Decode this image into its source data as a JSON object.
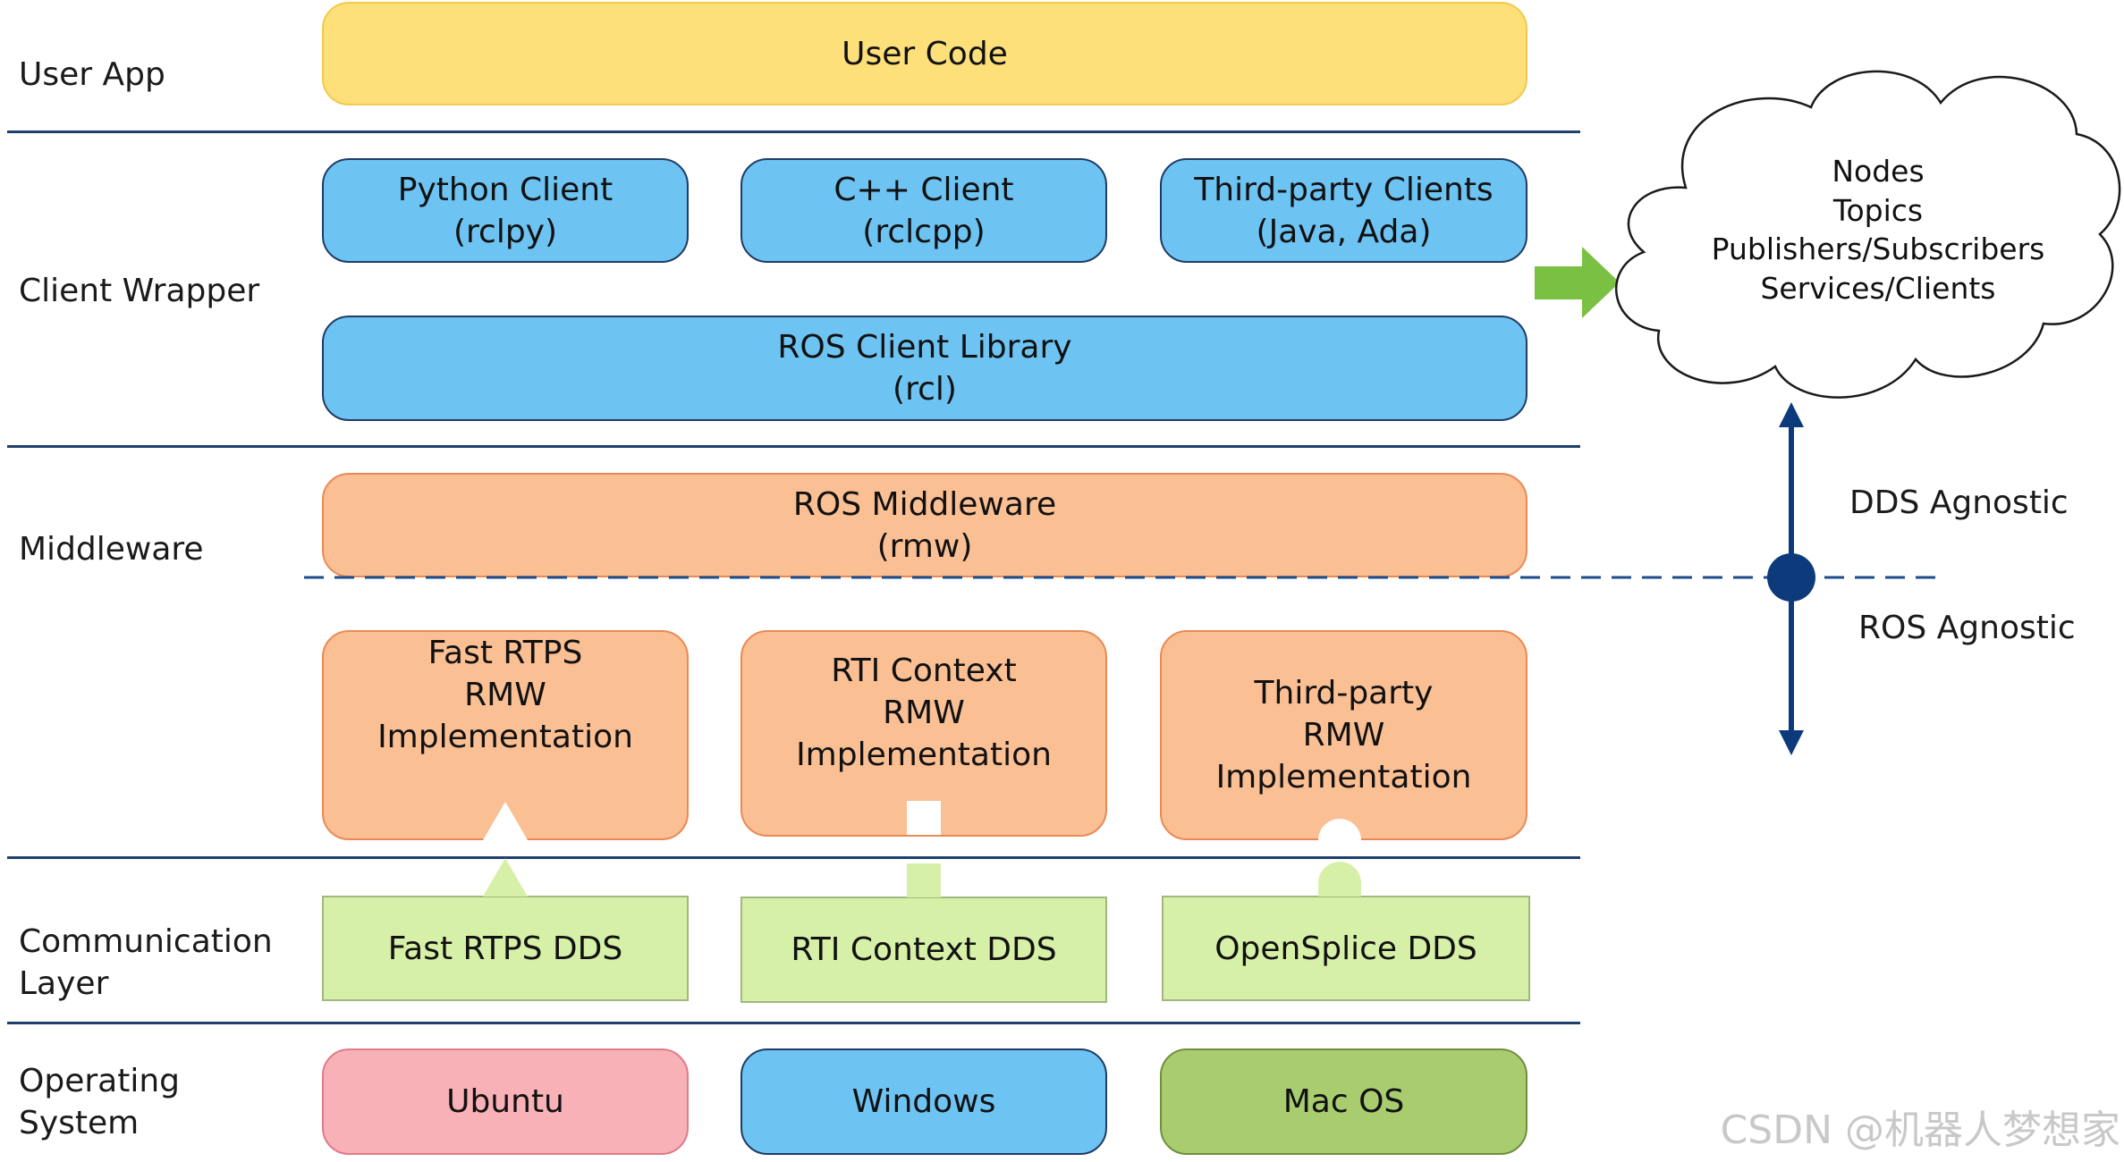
{
  "layers": {
    "user_app": "User App",
    "client_wrapper": "Client Wrapper",
    "middleware": "Middleware",
    "communication": [
      "Communication",
      "Layer"
    ],
    "os": [
      "Operating",
      "System"
    ]
  },
  "boxes": {
    "user_code": "User Code",
    "python_client": [
      "Python Client",
      "(rclpy)"
    ],
    "cpp_client": [
      "C++ Client",
      "(rclcpp)"
    ],
    "third_party_clients": [
      "Third-party Clients",
      "(Java, Ada)"
    ],
    "rcl": [
      "ROS Client Library",
      "(rcl)"
    ],
    "rmw": [
      "ROS Middleware",
      "(rmw)"
    ],
    "fastrtps_rmw": [
      "Fast RTPS",
      "RMW",
      "Implementation"
    ],
    "rti_rmw": [
      "RTI Context",
      "RMW",
      "Implementation"
    ],
    "third_party_rmw": [
      "Third-party",
      "RMW",
      "Implementation"
    ],
    "fastrtps_dds": "Fast RTPS DDS",
    "rti_dds": "RTI Context DDS",
    "opensplice_dds": "OpenSplice DDS",
    "ubuntu": "Ubuntu",
    "windows": "Windows",
    "macos": "Mac OS"
  },
  "cloud": [
    "Nodes",
    "Topics",
    "Publishers/Subscribers",
    "Services/Clients"
  ],
  "side": {
    "dds_agnostic": "DDS Agnostic",
    "ros_agnostic": "ROS Agnostic"
  },
  "watermark": "CSDN @机器人梦想家",
  "colors": {
    "separator": "#1d3f6e",
    "user_code": "#fde07a",
    "client": "#6dc3f2",
    "middleware": "#fbbf94",
    "dds": "#d7f0a7",
    "ubuntu": "#f9b1b8",
    "windows": "#6dc3f2",
    "macos": "#a9cd6e",
    "arrow_green": "#7ac143",
    "axis": "#0d3a7a"
  }
}
